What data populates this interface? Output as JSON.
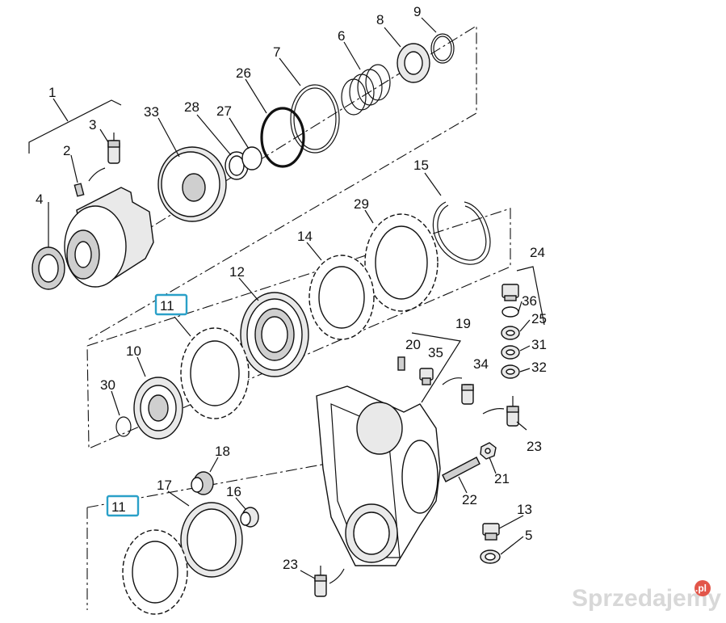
{
  "labels": {
    "l1": "1",
    "l2": "2",
    "l3": "3",
    "l4": "4",
    "l5": "5",
    "l6": "6",
    "l7": "7",
    "l8": "8",
    "l9": "9",
    "l10": "10",
    "l11a": "11",
    "l11b": "11",
    "l12": "12",
    "l13": "13",
    "l14": "14",
    "l15": "15",
    "l16": "16",
    "l17": "17",
    "l18": "18",
    "l19": "19",
    "l20": "20",
    "l21": "21",
    "l22": "22",
    "l23a": "23",
    "l23b": "23",
    "l24": "24",
    "l25": "25",
    "l26": "26",
    "l27": "27",
    "l28": "28",
    "l29": "29",
    "l30": "30",
    "l31": "31",
    "l32": "32",
    "l33": "33",
    "l34": "34",
    "l35": "35",
    "l36": "36"
  },
  "highlight_color": "#2aa0c8",
  "watermark": {
    "text": "Sprzedajemy",
    "badge": ".pl"
  }
}
